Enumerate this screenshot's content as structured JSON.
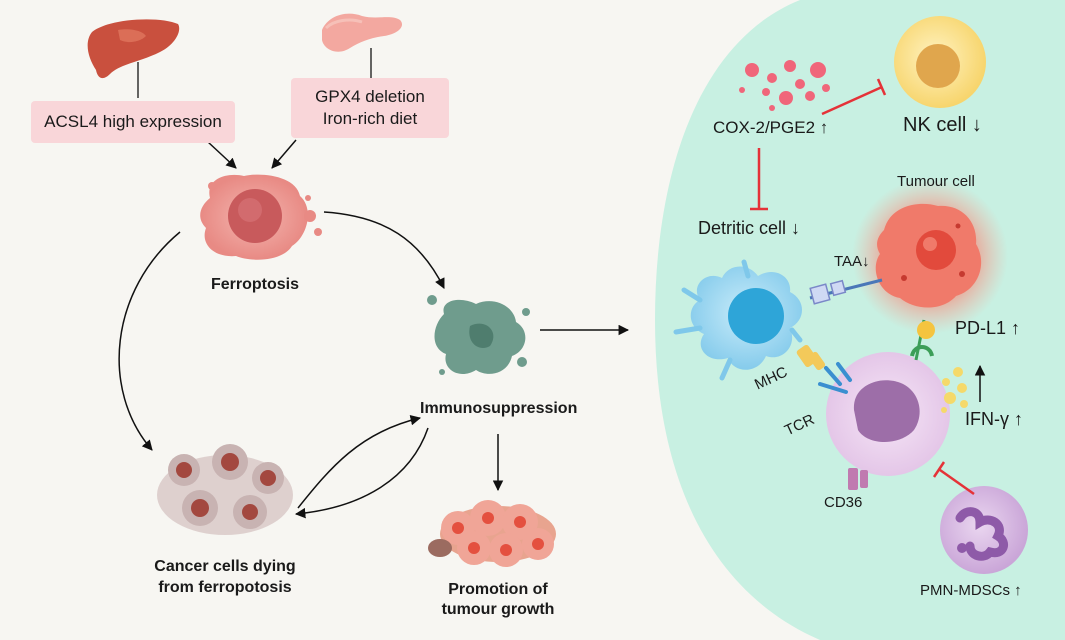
{
  "boxes": {
    "acsl4": "ACSL4 high expression",
    "gpx4_line1": "GPX4 deletion",
    "gpx4_line2": "Iron-rich diet"
  },
  "left_labels": {
    "ferroptosis": "Ferroptosis",
    "immunosuppression": "Immunosuppression",
    "dying_line1": "Cancer cells dying",
    "dying_line2": "from ferropotosis",
    "promotion_line1": "Promotion of",
    "promotion_line2": "tumour growth"
  },
  "tme_labels": {
    "cox2": "COX-2/PGE2 ↑",
    "nk": "NK cell ↓",
    "tumour": "Tumour cell",
    "detritic": "Detritic cell ↓",
    "taa": "TAA↓",
    "pdl1": "PD-L1 ↑",
    "mhc": "MHC",
    "tcr": "TCR",
    "ifn": "IFN-γ ↑",
    "cd36": "CD36",
    "mdsc": "PMN-MDSCs ↑"
  },
  "colors": {
    "background": "#f7f6f2",
    "tme_region": "#c8f0e2",
    "pink_box": "#f9d6d9",
    "inhibition": "#e53238",
    "arrow": "#111111"
  }
}
